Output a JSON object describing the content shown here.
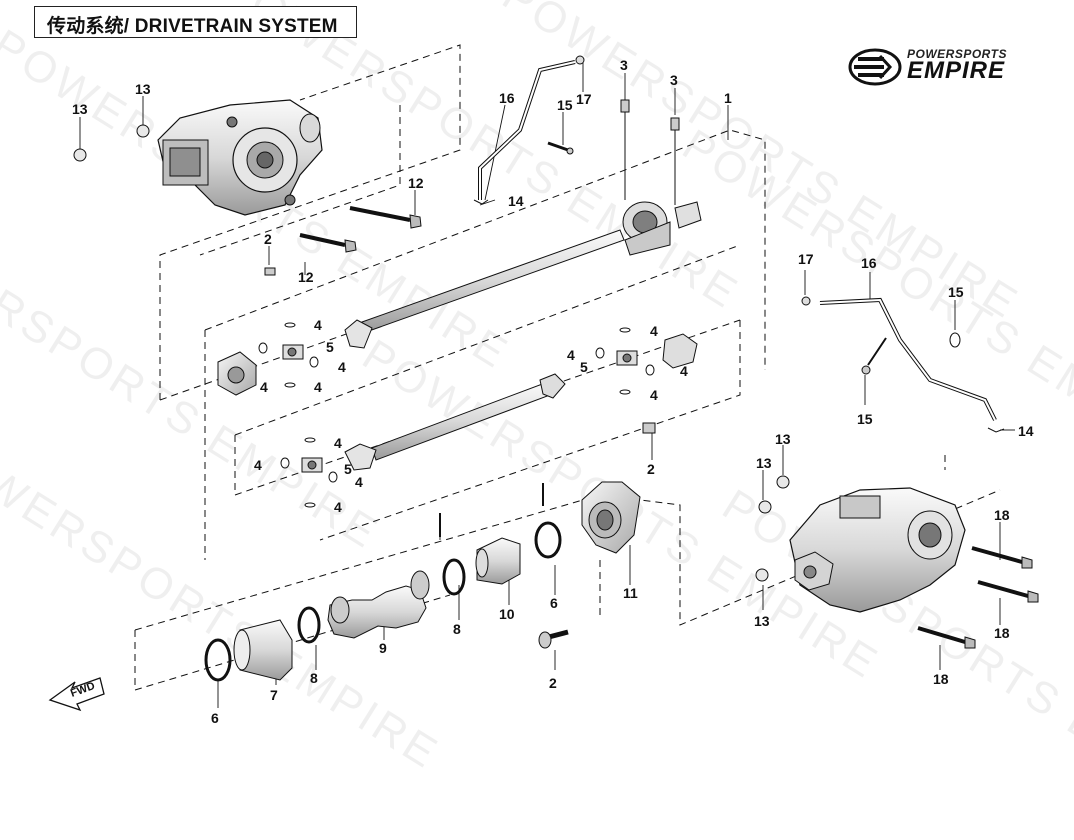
{
  "title": "传动系统/ DRIVETRAIN SYSTEM",
  "brand": {
    "top": "POWERSPORTS",
    "main": "EMPIRE"
  },
  "watermark": "POWERSPORTS EMPIRE",
  "fwd_label": "FWD",
  "callouts": {
    "c1": "1",
    "c2a": "2",
    "c2b": "2",
    "c2c": "2",
    "c3a": "3",
    "c3b": "3",
    "c4a": "4",
    "c4b": "4",
    "c4c": "4",
    "c4d": "4",
    "c4e": "4",
    "c4f": "4",
    "c4g": "4",
    "c4h": "4",
    "c4i": "4",
    "c4j": "4",
    "c4k": "4",
    "c4l": "4",
    "c5a": "5",
    "c5b": "5",
    "c5c": "5",
    "c6a": "6",
    "c6b": "6",
    "c7": "7",
    "c8a": "8",
    "c8b": "8",
    "c9": "9",
    "c10": "10",
    "c11": "11",
    "c12a": "12",
    "c12b": "12",
    "c13a": "13",
    "c13b": "13",
    "c13c": "13",
    "c13d": "13",
    "c13e": "13",
    "c14a": "14",
    "c14b": "14",
    "c15a": "15",
    "c15b": "15",
    "c15c": "15",
    "c16a": "16",
    "c16b": "16",
    "c17a": "17",
    "c17b": "17",
    "c18a": "18",
    "c18b": "18",
    "c18c": "18"
  },
  "colors": {
    "ink": "#111111",
    "part_fill": "#f2f2f2",
    "part_mid": "#cfcfcf",
    "watermark": "#000000"
  }
}
